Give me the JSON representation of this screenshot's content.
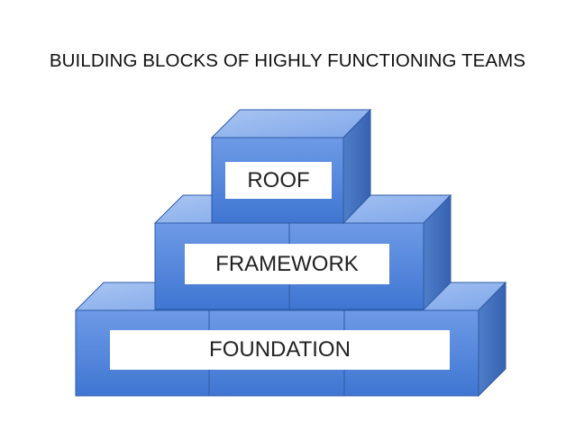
{
  "title": "BUILDING BLOCKS OF HIGHLY FUNCTIONING TEAMS",
  "layers": {
    "roof": "ROOF",
    "framework": "FRAMEWORK",
    "foundation": "FOUNDATION"
  },
  "colors": {
    "block_front": "#4a7fd6",
    "block_top": "#8ab0ec",
    "block_side": "#3c68b8",
    "outline": "#2e5aa6",
    "label_bg": "#ffffff"
  }
}
